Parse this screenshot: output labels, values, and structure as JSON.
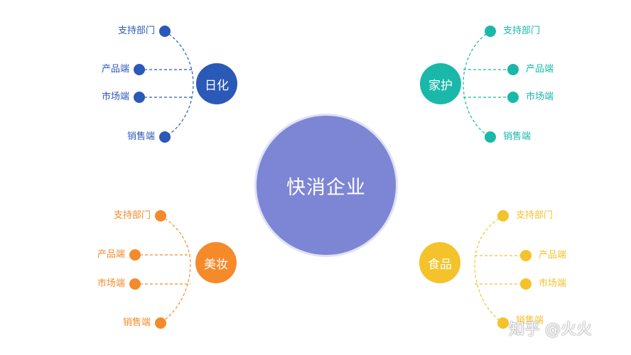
{
  "center": {
    "label": "快消企业",
    "color": "#7d86d4"
  },
  "groups": [
    {
      "name": "日化",
      "color": "#2b59b8",
      "items": [
        "支持部门",
        "产品端",
        "市场端",
        "销售端"
      ]
    },
    {
      "name": "家护",
      "color": "#1ab8a8",
      "items": [
        "支持部门",
        "产品端",
        "市场端",
        "销售端"
      ]
    },
    {
      "name": "美妆",
      "color": "#f58a2a",
      "items": [
        "支持部门",
        "产品端",
        "市场端",
        "销售端"
      ]
    },
    {
      "name": "食品",
      "color": "#f4c22a",
      "items": [
        "支持部门",
        "产品端",
        "市场端",
        "销售端"
      ]
    }
  ],
  "watermark": "知乎 @火火"
}
